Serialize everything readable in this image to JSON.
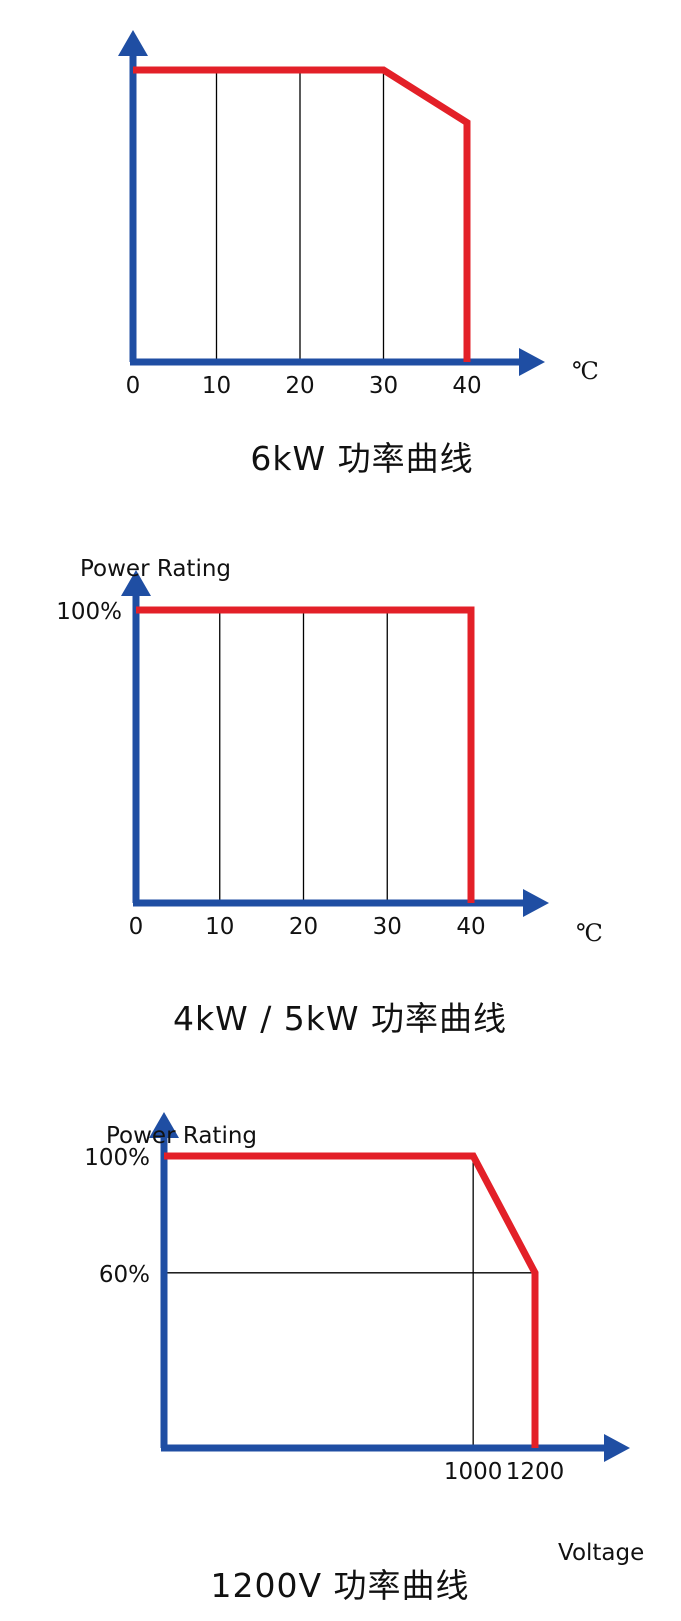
{
  "colors": {
    "axis": "#1f4ea3",
    "curve": "#e32028",
    "grid": "#000000",
    "text": "#111111"
  },
  "chart_data": [
    {
      "type": "line",
      "title": "6kW 功率曲线",
      "xlabel": "",
      "x_unit": "℃",
      "ylabel": "",
      "y_tick_labels": [],
      "xlim": [
        0,
        40
      ],
      "ylim": [
        0,
        100
      ],
      "x_ticks": [
        0,
        10,
        20,
        30,
        40
      ],
      "x_tick_labels": [
        "0",
        "10",
        "20",
        "30",
        "40"
      ],
      "gridlines_x": [
        10,
        20,
        30
      ],
      "gridlines_y": [],
      "series": [
        {
          "x": [
            0,
            30,
            40,
            40
          ],
          "y": [
            100,
            100,
            82,
            0
          ]
        }
      ]
    },
    {
      "type": "line",
      "title": "4kW / 5kW 功率曲线",
      "xlabel": "",
      "x_unit": "℃",
      "ylabel": "Power Rating",
      "y_tick_labels": [
        "100%"
      ],
      "xlim": [
        0,
        40
      ],
      "ylim": [
        0,
        100
      ],
      "x_ticks": [
        0,
        10,
        20,
        30,
        40
      ],
      "x_tick_labels": [
        "0",
        "10",
        "20",
        "30",
        "40"
      ],
      "gridlines_x": [
        10,
        20,
        30
      ],
      "gridlines_y": [],
      "series": [
        {
          "x": [
            0,
            40,
            40
          ],
          "y": [
            100,
            100,
            0
          ]
        }
      ]
    },
    {
      "type": "line",
      "title": "1200V 功率曲线",
      "xlabel": "Voltage",
      "x_unit": "",
      "ylabel": "Power Rating",
      "y_tick_labels": [
        "100%",
        "60%"
      ],
      "xlim": [
        0,
        1200
      ],
      "ylim": [
        0,
        100
      ],
      "x_ticks": [
        1000,
        1200
      ],
      "x_tick_labels": [
        "1000",
        "1200"
      ],
      "gridlines_x": [
        1000
      ],
      "gridlines_y": [
        60
      ],
      "series": [
        {
          "x": [
            0,
            1000,
            1200,
            1200
          ],
          "y": [
            100,
            100,
            60,
            0
          ]
        }
      ]
    }
  ]
}
